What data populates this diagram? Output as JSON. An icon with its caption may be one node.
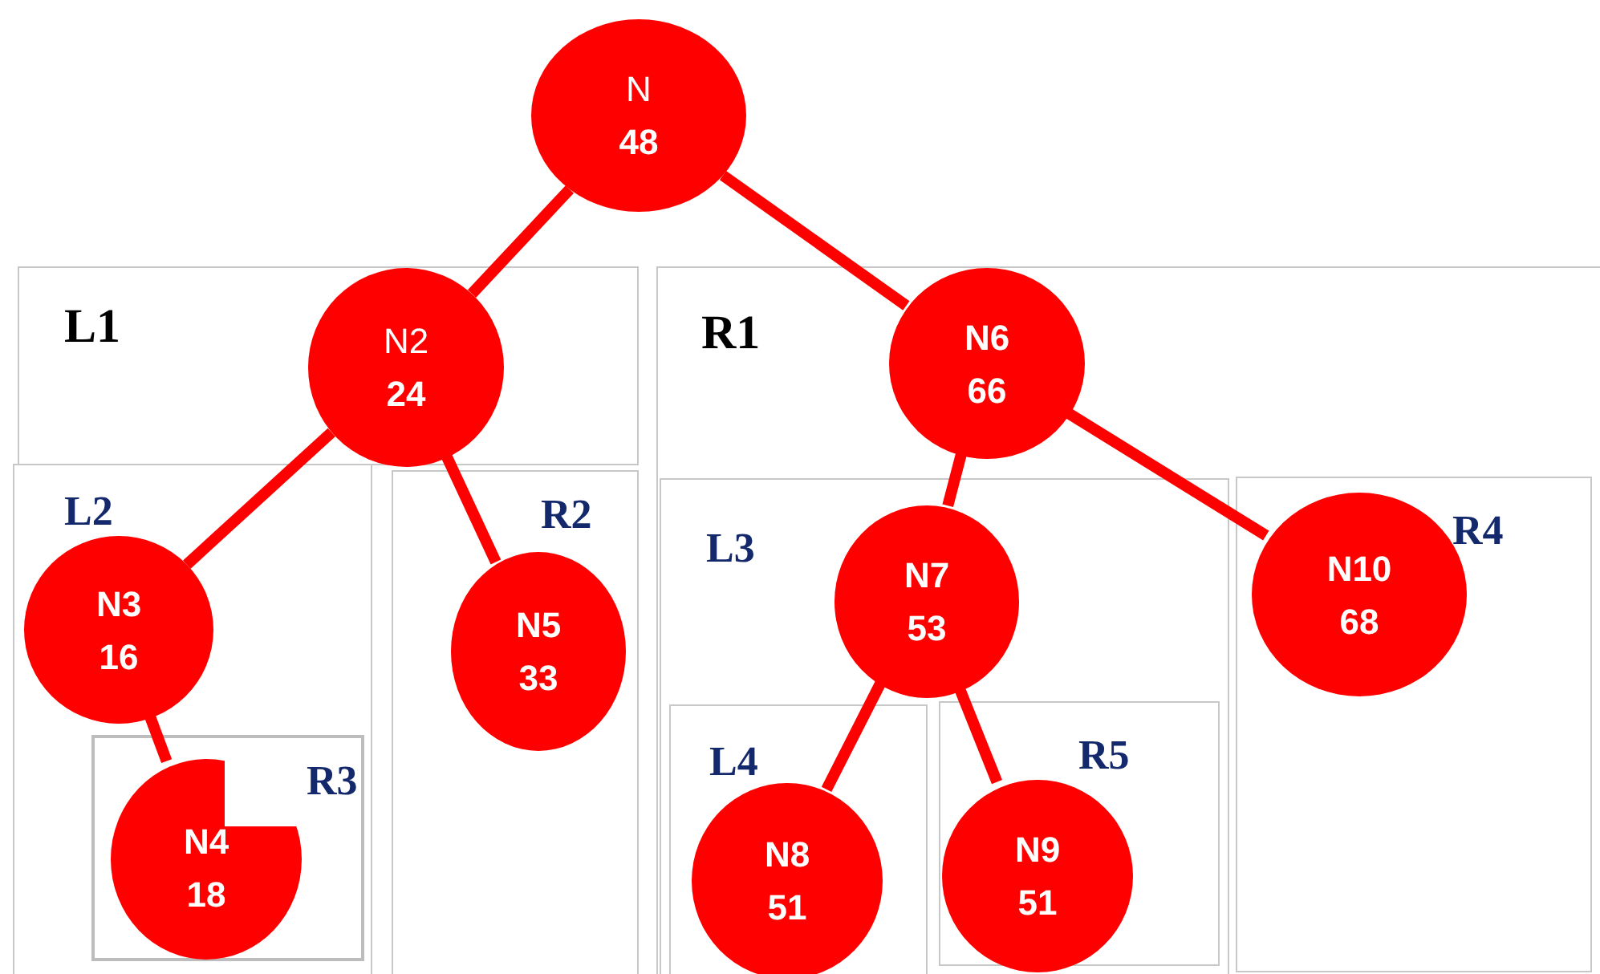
{
  "diagram": {
    "nodes": [
      {
        "text": [
          "N",
          "48"
        ]
      },
      {
        "text": [
          "L1"
        ]
      },
      {
        "text": [
          "N2",
          "24"
        ],
        "in": 1
      },
      {
        "text": [
          "R1"
        ]
      },
      {
        "text": [
          "N6",
          "66"
        ],
        "in": 3
      },
      {
        "text": [
          "L2"
        ]
      },
      {
        "text": [
          "N3",
          "16"
        ],
        "in": 5
      },
      {
        "text": [
          "R3"
        ],
        "in": 5
      },
      {
        "text": [
          "N4",
          "18"
        ],
        "in": 7
      },
      {
        "text": [
          "R2"
        ]
      },
      {
        "text": [
          "N5",
          "33"
        ],
        "in": 9
      },
      {
        "text": [
          "L3"
        ],
        "in": 3
      },
      {
        "text": [
          "N7",
          "53"
        ],
        "in": 11
      },
      {
        "text": [
          "R4"
        ],
        "in": 3
      },
      {
        "text": [
          "N10",
          "68"
        ],
        "in": 13
      },
      {
        "text": [
          "L4"
        ],
        "in": 11
      },
      {
        "text": [
          "N8",
          "51"
        ],
        "in": 15
      },
      {
        "text": [
          "R5"
        ],
        "in": 11
      },
      {
        "text": [
          "N9",
          "51"
        ],
        "in": 17
      }
    ],
    "edges": [
      {
        "from": 0,
        "to": 2,
        "arrow": "none"
      },
      {
        "from": 0,
        "to": 4,
        "arrow": "none"
      },
      {
        "from": 2,
        "to": 6,
        "arrow": "none"
      },
      {
        "from": 2,
        "to": 10,
        "arrow": "none"
      },
      {
        "from": 6,
        "to": 8,
        "arrow": "none"
      },
      {
        "from": 4,
        "to": 12,
        "arrow": "none"
      },
      {
        "from": 4,
        "to": 14,
        "arrow": "none"
      },
      {
        "from": 12,
        "to": 16,
        "arrow": "none"
      },
      {
        "from": 12,
        "to": 18,
        "arrow": "none"
      }
    ]
  }
}
